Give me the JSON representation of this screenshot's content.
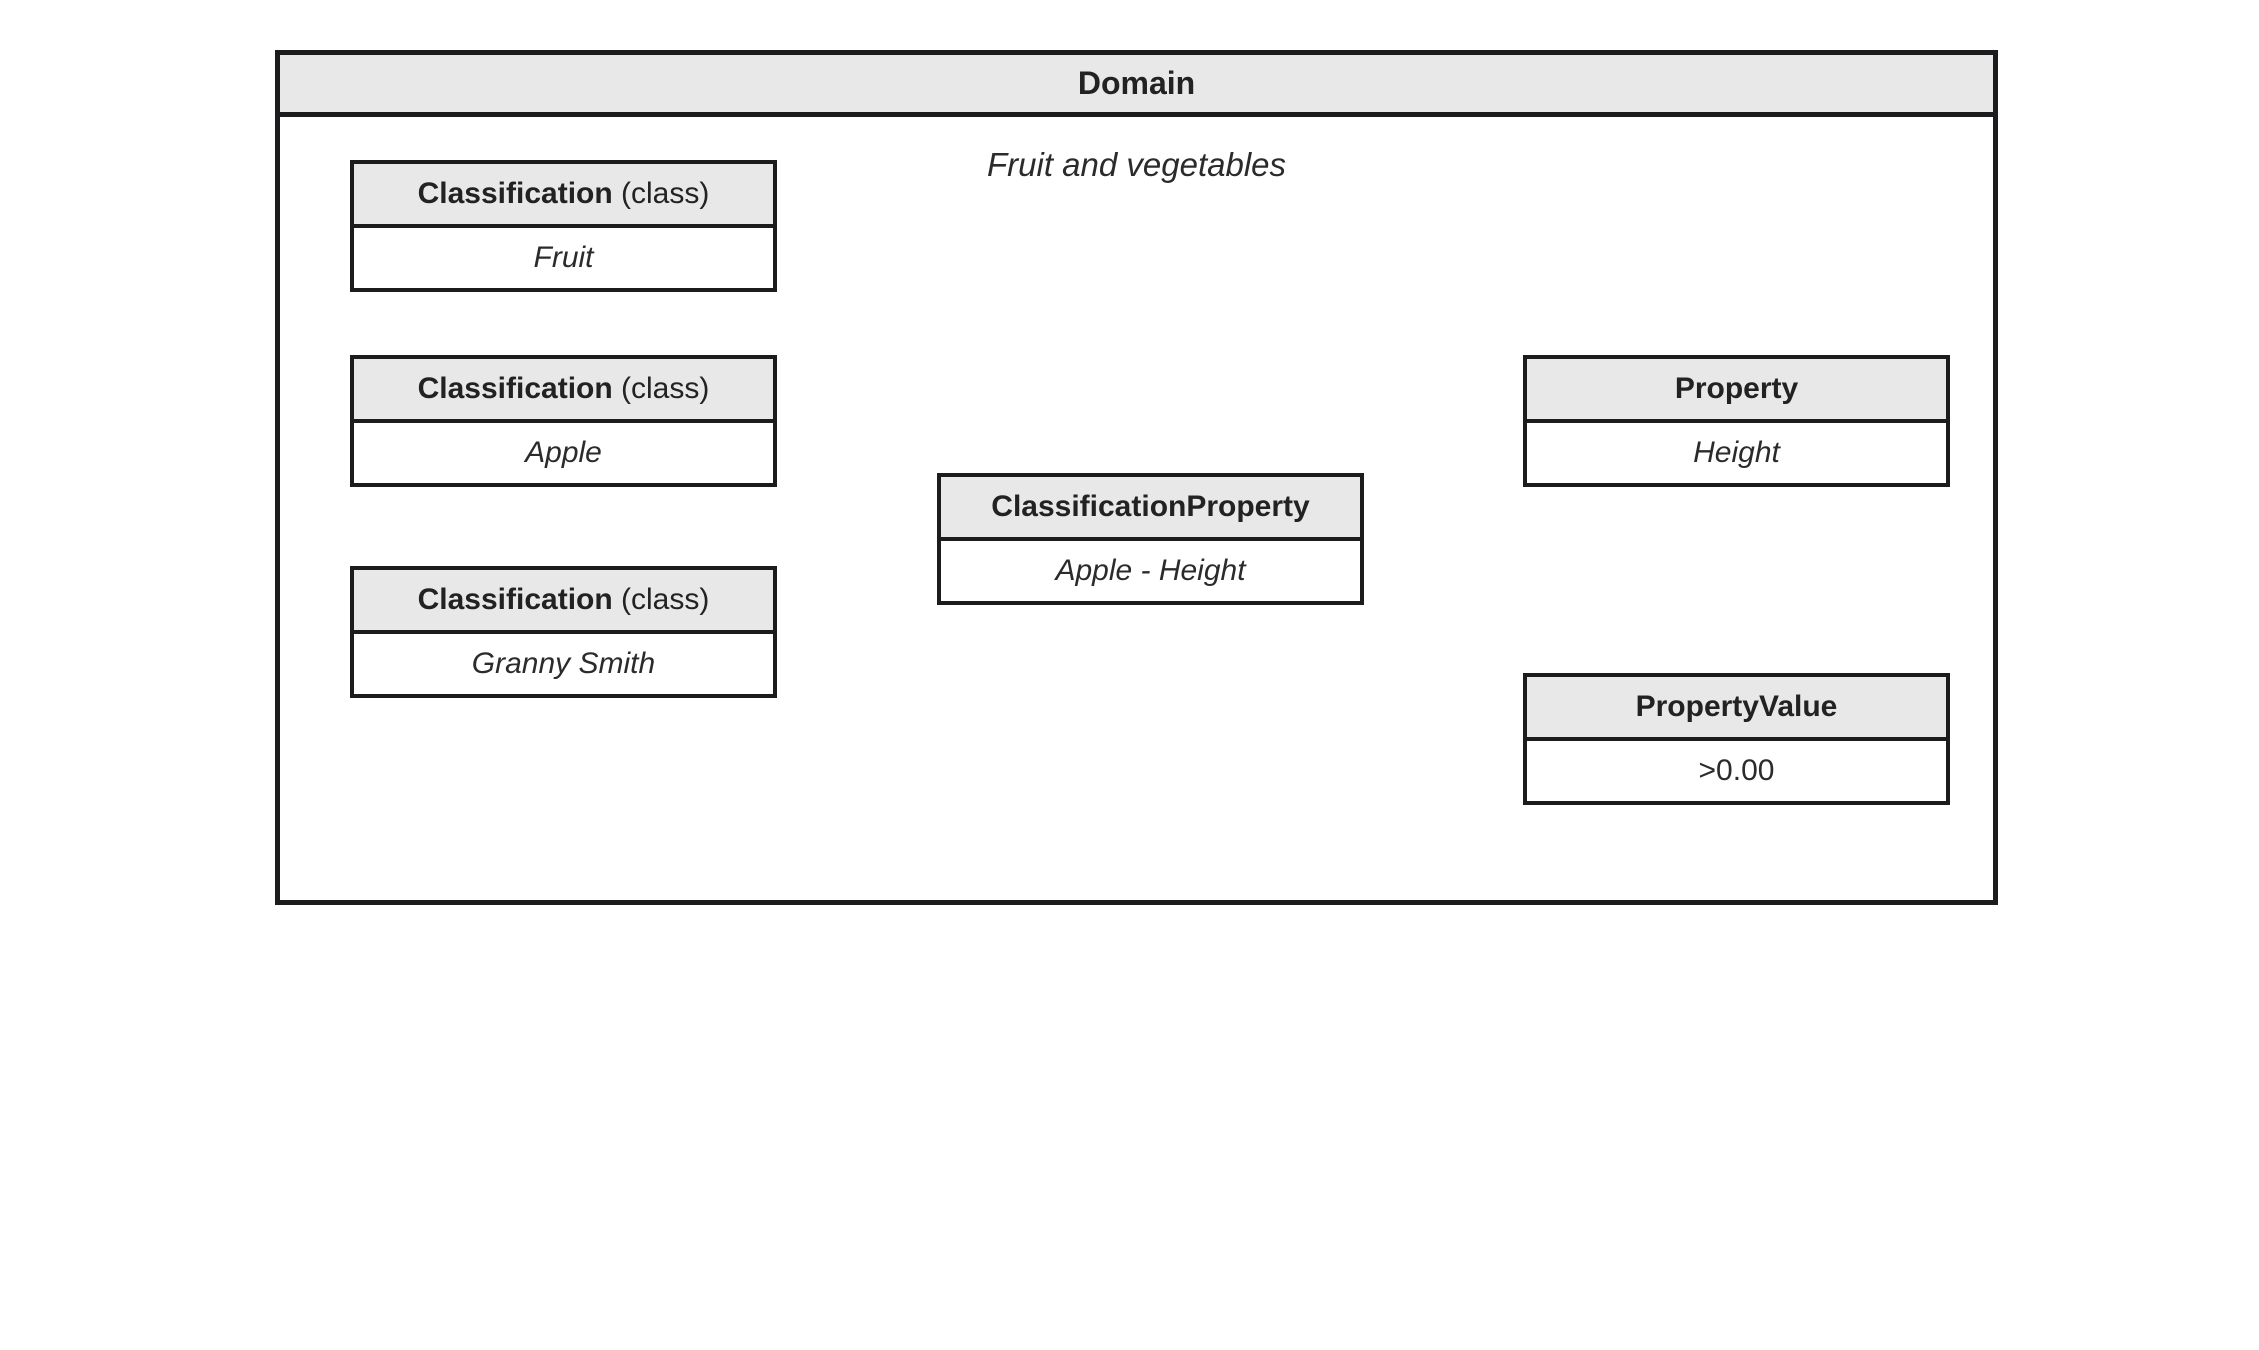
{
  "diagram": {
    "title": "Domain",
    "subtitle": "Fruit and vegetables",
    "nodes": {
      "fruit": {
        "header_bold": "Classification",
        "header_suffix": " (class)",
        "body": "Fruit"
      },
      "apple": {
        "header_bold": "Classification",
        "header_suffix": " (class)",
        "body": "Apple"
      },
      "granny_smith": {
        "header_bold": "Classification",
        "header_suffix": " (class)",
        "body": "Granny Smith"
      },
      "classification_property": {
        "header_bold": "ClassificationProperty",
        "header_suffix": "",
        "body": "Apple - Height"
      },
      "property": {
        "header_bold": "Property",
        "header_suffix": "",
        "body": "Height"
      },
      "property_value": {
        "header_bold": "PropertyValue",
        "header_suffix": "",
        "body": ">0.00"
      }
    },
    "colors": {
      "header_fill": "#e8e8e8",
      "border": "#1c1c1e",
      "connector": "#2e2e2e",
      "text": "#222222",
      "background": "#ffffff"
    }
  }
}
